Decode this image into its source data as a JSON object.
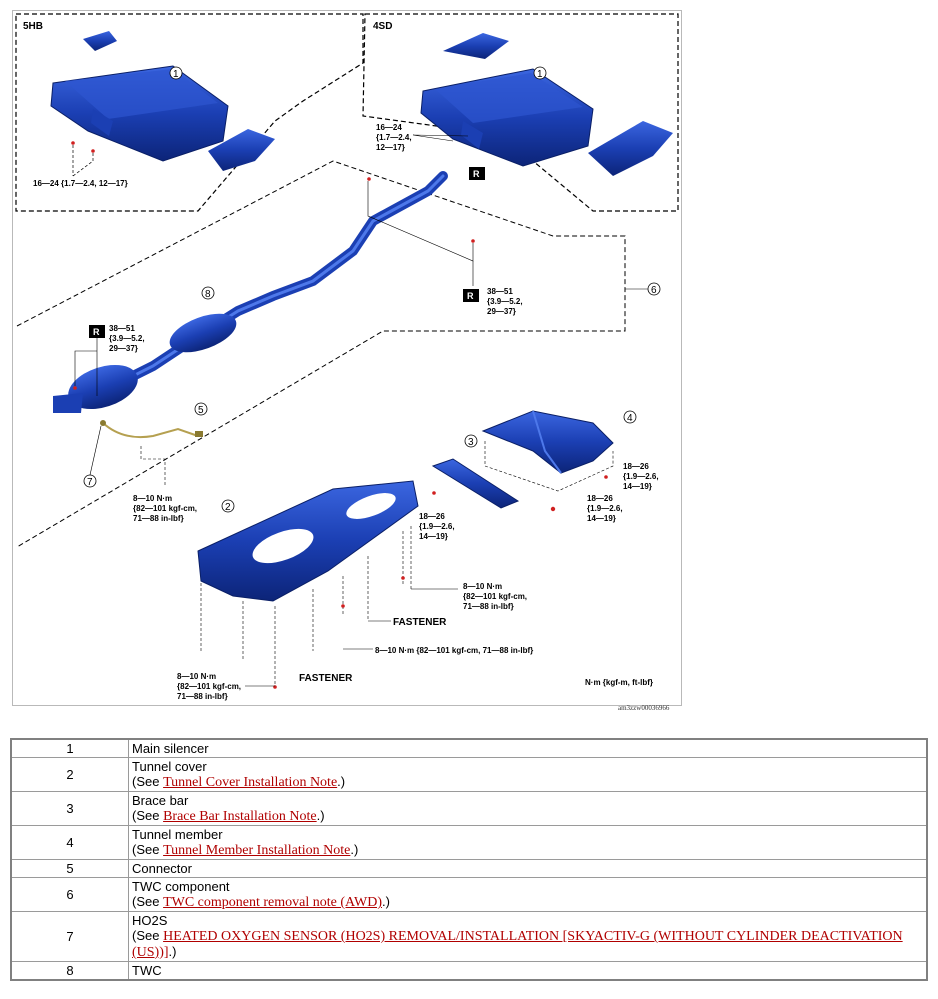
{
  "figure": {
    "variant_5hb": "5HB",
    "variant_4sd": "4SD",
    "torque_5hb": "16—24 {1.7—2.4, 12—17}",
    "torque_4sd": [
      "16—24",
      "{1.7—2.4,",
      "12—17}"
    ],
    "torque_r_right": [
      "38—51",
      "{3.9—5.2,",
      "29—37}"
    ],
    "torque_r_left": [
      "38—51",
      "{3.9—5.2,",
      "29—37}"
    ],
    "torque_ho2s": [
      "8—10 N·m",
      "{82—101 kgf-cm,",
      "71—88 in-lbf}"
    ],
    "torque_brace": [
      "18—26",
      "{1.9—2.6,",
      "14—19}"
    ],
    "torque_member_1": [
      "18—26",
      "{1.9—2.6,",
      "14—19}"
    ],
    "torque_member_2": [
      "18—26",
      "{1.9—2.6,",
      "14—19}"
    ],
    "torque_cover_right": [
      "8—10 N·m",
      "{82—101 kgf-cm,",
      "71—88 in-lbf}"
    ],
    "torque_cover_mid": "8—10 N·m {82—101 kgf-cm, 71—88 in-lbf}",
    "torque_cover_left": [
      "8—10 N·m",
      "{82—101 kgf-cm,",
      "71—88 in-lbf}"
    ],
    "fastener_1": "FASTENER",
    "fastener_2": "FASTENER",
    "unit_note": "N·m {kgf-m, ft-lbf}",
    "r_mark": "R",
    "callouts": [
      "1",
      "1",
      "2",
      "3",
      "4",
      "5",
      "6",
      "7",
      "8"
    ],
    "image_id": "am3zzw00036966"
  },
  "legend": [
    {
      "num": "1",
      "name": "Main silencer"
    },
    {
      "num": "2",
      "name": "Tunnel cover",
      "see_prefix": "(See ",
      "link": "Tunnel Cover Installation Note",
      "see_suffix": ".)"
    },
    {
      "num": "3",
      "name": "Brace bar",
      "see_prefix": "(See ",
      "link": "Brace Bar Installation Note",
      "see_suffix": ".)"
    },
    {
      "num": "4",
      "name": "Tunnel member",
      "see_prefix": "(See ",
      "link": "Tunnel Member Installation Note",
      "see_suffix": ".)"
    },
    {
      "num": "5",
      "name": "Connector"
    },
    {
      "num": "6",
      "name": "TWC component",
      "see_prefix": "(See ",
      "link": "TWC component removal note (AWD)",
      "see_suffix": ".)"
    },
    {
      "num": "7",
      "name": "HO2S",
      "see_prefix": "(See ",
      "link": "HEATED OXYGEN SENSOR (HO2S) REMOVAL/INSTALLATION [SKYACTIV-G (WITHOUT CYLINDER DEACTIVATION (US))]",
      "see_suffix": ".)"
    },
    {
      "num": "8",
      "name": "TWC"
    }
  ],
  "colors": {
    "part_blue": "#1b3fb3",
    "part_dark": "#0f2a86",
    "link_red": "#b00000",
    "bolt_red": "#d02020"
  }
}
